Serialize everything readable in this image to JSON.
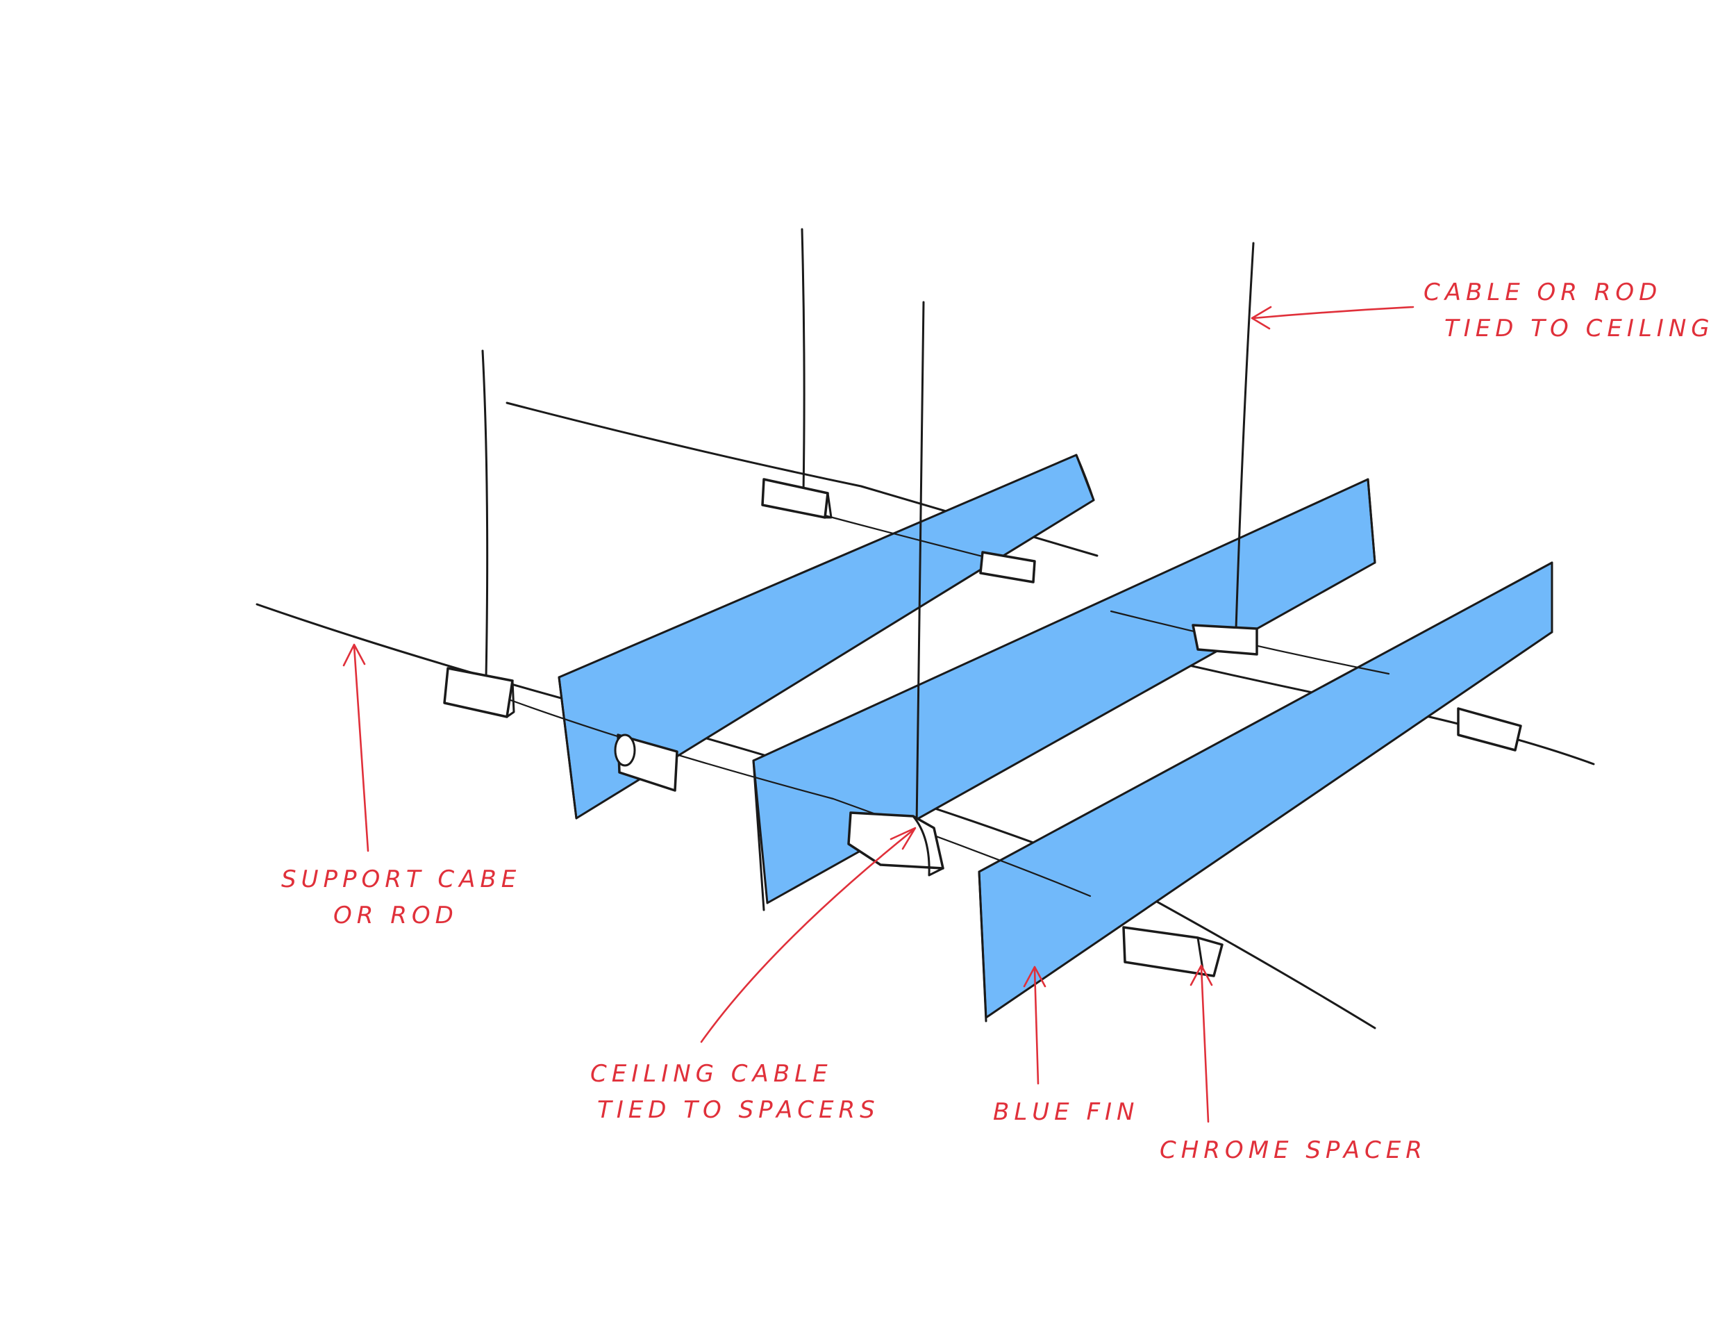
{
  "colors": {
    "fin_blue": "#71b9fa",
    "ink": "#1a1a1a",
    "annotation_red": "#e0303a",
    "spacer_fill": "#ffffff"
  },
  "labels": {
    "cable_or_rod": {
      "line1": "CABLE OR ROD",
      "line2": "TIED TO CEILING"
    },
    "support_cable": {
      "line1": "SUPPORT CABE",
      "line2": "OR ROD"
    },
    "ceiling_cable": {
      "line1": "CEILING CABLE",
      "line2": "TIED TO SPACERS"
    },
    "blue_fin": {
      "line1": "BLUE FIN"
    },
    "chrome_spacer": {
      "line1": "CHROME SPACER"
    }
  }
}
